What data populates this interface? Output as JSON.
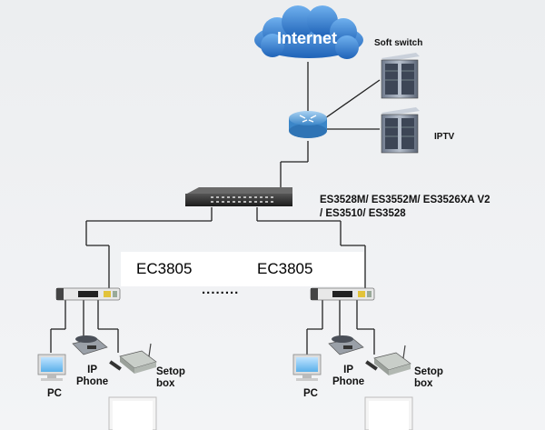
{
  "internet": {
    "label": "Internet"
  },
  "softswitch": {
    "label": "Soft switch"
  },
  "iptv": {
    "label": "IPTV"
  },
  "core_switch": {
    "models_line1": "ES3528M/ ES3552M/ ES3526XA V2",
    "models_line2": "/ ES3510/ ES3528"
  },
  "access_left": {
    "label": "EC3805"
  },
  "access_right": {
    "label": "EC3805"
  },
  "ellipsis": "........",
  "devices_left": {
    "pc": "PC",
    "phone_line1": "IP",
    "phone_line2": "Phone",
    "stb_line1": "Setop",
    "stb_line2": "box"
  },
  "devices_right": {
    "pc": "PC",
    "phone_line1": "IP",
    "phone_line2": "Phone",
    "stb_line1": "Setop",
    "stb_line2": "box"
  },
  "colors": {
    "cloud": "#2f7fd0",
    "server": "#8a96a8",
    "router": "#5aa0d8",
    "switch": "#2a2a2a",
    "line": "#222222"
  }
}
